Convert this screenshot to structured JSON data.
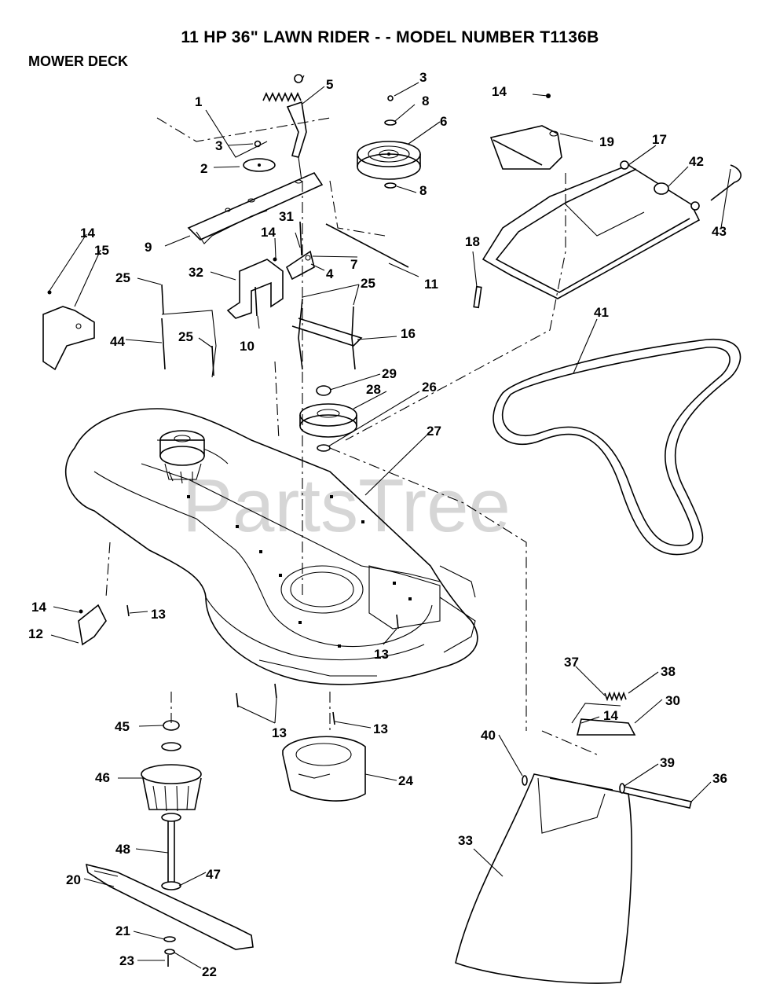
{
  "header": {
    "title": "11 HP 36\" LAWN RIDER - - MODEL NUMBER T1136B",
    "section": "MOWER DECK"
  },
  "watermark": "PartsTree",
  "callouts": [
    {
      "id": "c1",
      "label": "1"
    },
    {
      "id": "c2",
      "label": "2"
    },
    {
      "id": "c3a",
      "label": "3"
    },
    {
      "id": "c3b",
      "label": "3"
    },
    {
      "id": "c4",
      "label": "4"
    },
    {
      "id": "c5",
      "label": "5"
    },
    {
      "id": "c6",
      "label": "6"
    },
    {
      "id": "c7",
      "label": "7"
    },
    {
      "id": "c8a",
      "label": "8"
    },
    {
      "id": "c8b",
      "label": "8"
    },
    {
      "id": "c9",
      "label": "9"
    },
    {
      "id": "c10",
      "label": "10"
    },
    {
      "id": "c11",
      "label": "11"
    },
    {
      "id": "c12",
      "label": "12"
    },
    {
      "id": "c13a",
      "label": "13"
    },
    {
      "id": "c13b",
      "label": "13"
    },
    {
      "id": "c13c",
      "label": "13"
    },
    {
      "id": "c13d",
      "label": "13"
    },
    {
      "id": "c14a",
      "label": "14"
    },
    {
      "id": "c14b",
      "label": "14"
    },
    {
      "id": "c14c",
      "label": "14"
    },
    {
      "id": "c14d",
      "label": "14"
    },
    {
      "id": "c14e",
      "label": "14"
    },
    {
      "id": "c15",
      "label": "15"
    },
    {
      "id": "c16",
      "label": "16"
    },
    {
      "id": "c17",
      "label": "17"
    },
    {
      "id": "c18",
      "label": "18"
    },
    {
      "id": "c19",
      "label": "19"
    },
    {
      "id": "c20",
      "label": "20"
    },
    {
      "id": "c21",
      "label": "21"
    },
    {
      "id": "c22",
      "label": "22"
    },
    {
      "id": "c23",
      "label": "23"
    },
    {
      "id": "c24",
      "label": "24"
    },
    {
      "id": "c25a",
      "label": "25"
    },
    {
      "id": "c25b",
      "label": "25"
    },
    {
      "id": "c25c",
      "label": "25"
    },
    {
      "id": "c26",
      "label": "26"
    },
    {
      "id": "c27",
      "label": "27"
    },
    {
      "id": "c28",
      "label": "28"
    },
    {
      "id": "c29",
      "label": "29"
    },
    {
      "id": "c30",
      "label": "30"
    },
    {
      "id": "c31",
      "label": "31"
    },
    {
      "id": "c32",
      "label": "32"
    },
    {
      "id": "c33",
      "label": "33"
    },
    {
      "id": "c36",
      "label": "36"
    },
    {
      "id": "c37",
      "label": "37"
    },
    {
      "id": "c38",
      "label": "38"
    },
    {
      "id": "c39",
      "label": "39"
    },
    {
      "id": "c40",
      "label": "40"
    },
    {
      "id": "c41",
      "label": "41"
    },
    {
      "id": "c42",
      "label": "42"
    },
    {
      "id": "c43",
      "label": "43"
    },
    {
      "id": "c44",
      "label": "44"
    },
    {
      "id": "c45",
      "label": "45"
    },
    {
      "id": "c46",
      "label": "46"
    },
    {
      "id": "c47",
      "label": "47"
    },
    {
      "id": "c48",
      "label": "48"
    }
  ]
}
